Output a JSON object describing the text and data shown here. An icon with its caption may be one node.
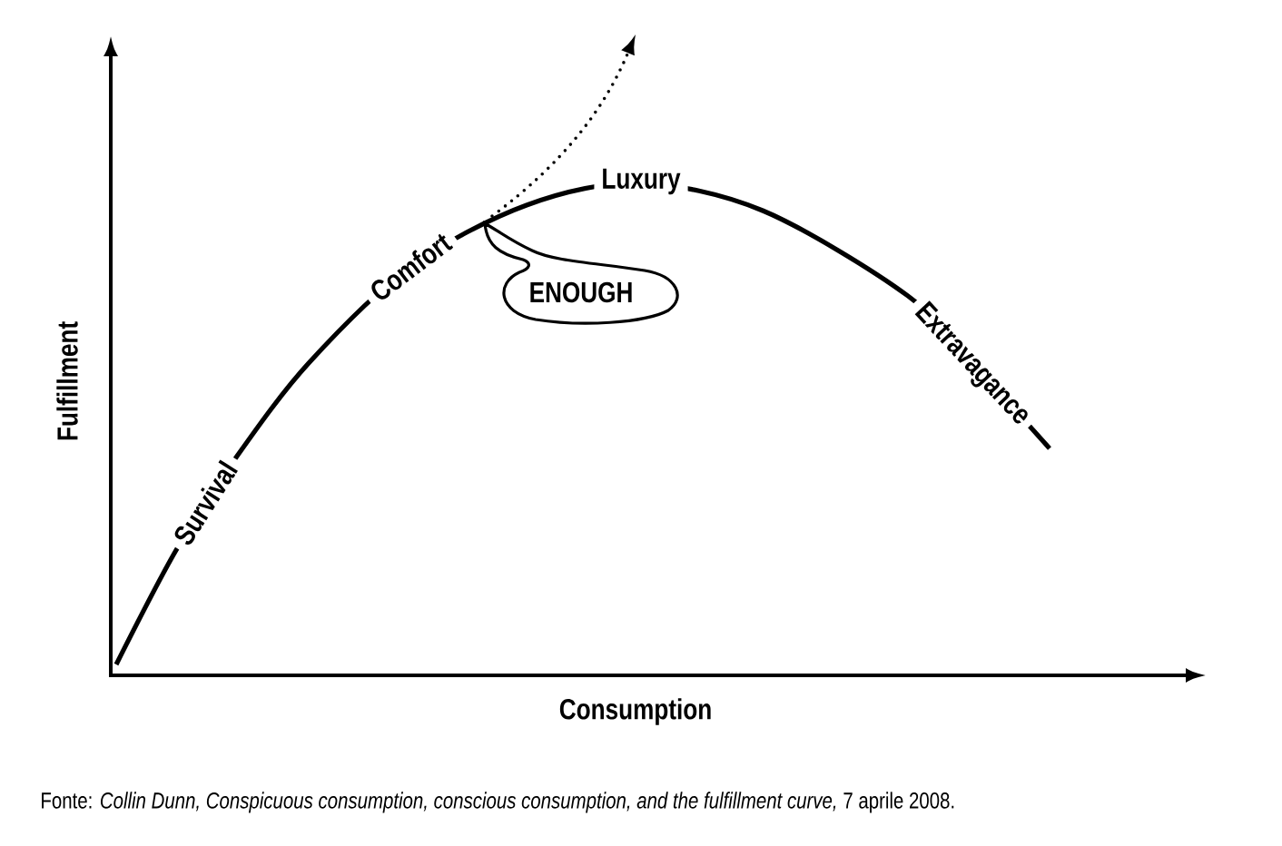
{
  "diagram": {
    "caption": "Fonte: *Collin Dunn, Conspicuous consumption, conscious consumption, and the fulfillment curve,* 7 aprile 2008.",
    "nodes": [
      {
        "text": [
          "ENOUGH"
        ]
      }
    ],
    "labels": [
      "Fulfillment",
      "Survival",
      "Comfort",
      "Luxury",
      "Extravagance",
      "Consumption"
    ]
  }
}
